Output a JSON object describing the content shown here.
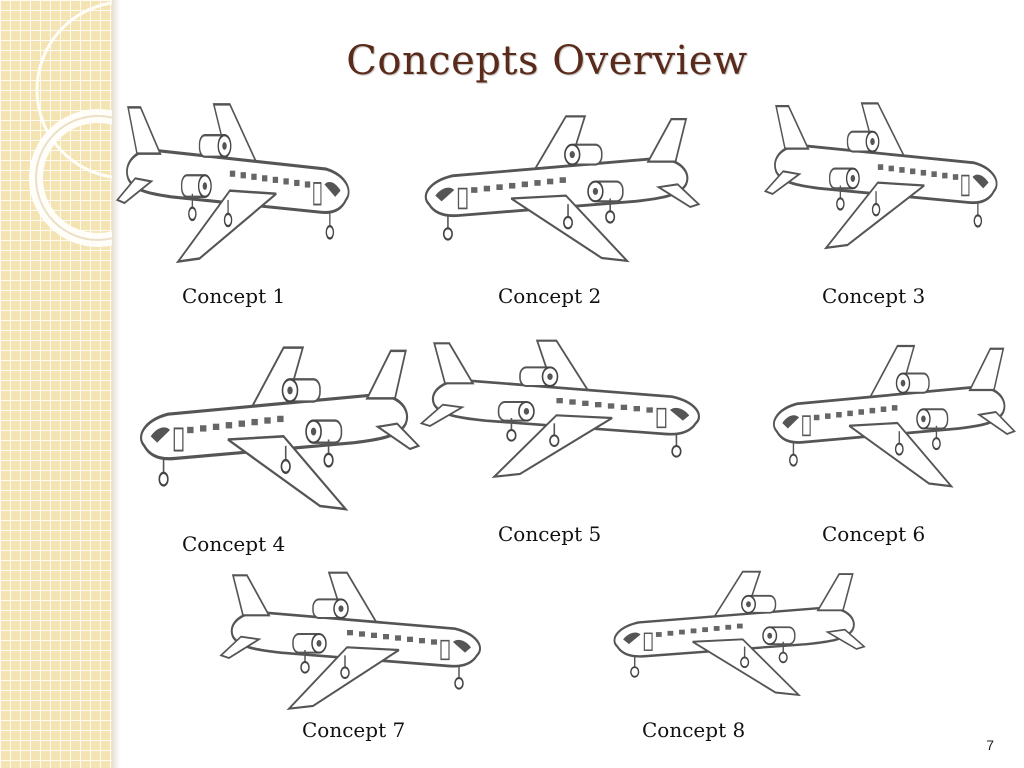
{
  "slide": {
    "title": "Concepts Overview",
    "page_number": "7",
    "concepts": [
      {
        "label": "Concept 1"
      },
      {
        "label": "Concept 2"
      },
      {
        "label": "Concept 3"
      },
      {
        "label": "Concept 4"
      },
      {
        "label": "Concept 5"
      },
      {
        "label": "Concept 6"
      },
      {
        "label": "Concept 7"
      },
      {
        "label": "Concept 8"
      }
    ]
  },
  "colors": {
    "title": "#5a2a1a",
    "sidebar": "#f4e3b3",
    "sketch_stroke": "#555555"
  }
}
